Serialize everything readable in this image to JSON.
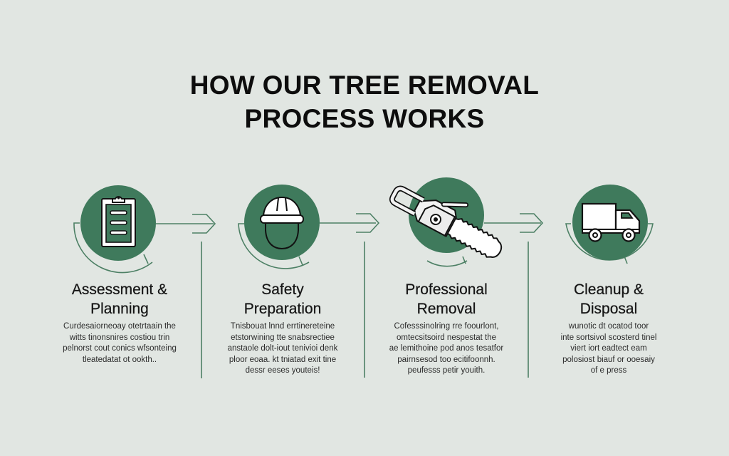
{
  "title": {
    "line1": "HOW OUR TREE REMOVAL",
    "line2": "PROCESS WORKS"
  },
  "colors": {
    "background": "#e1e6e2",
    "accent_green": "#3f7a5c",
    "line_green": "#4d8065",
    "text": "#111111"
  },
  "steps": [
    {
      "icon": "clipboard-icon",
      "title_line1": "Assessment &",
      "title_line2": "Planning",
      "description": [
        "Curdesaiorneoay otetrtaain the",
        "witts tinonsnires costiou trin",
        "pelnorst cout conics wfsonteing",
        "tleatedatat ot ookth.."
      ]
    },
    {
      "icon": "hard-hat-icon",
      "title_line1": "Safety",
      "title_line2": "Preparation",
      "description": [
        "Tnisbouat lnnd errtinereteine",
        "etstorwining tte snabsrectiee",
        "anstaole dolt-iout tenivioi denk",
        "ploor eoaa. kt tniatad exit tine",
        "dessr eeses youteis!"
      ]
    },
    {
      "icon": "chainsaw-icon",
      "title_line1": "Professional",
      "title_line2": "Removal",
      "description": [
        "Cofesssinolring rre foourlont,",
        "omtecsitsoird nespestat the",
        "ae lemithoine pod anos tesatfor",
        "pairnsesod too ecitifoonnh.",
        "peufesss petir youith."
      ]
    },
    {
      "icon": "truck-icon",
      "title_line1": "Cleanup &",
      "title_line2": "Disposal",
      "description": [
        "wunotic dt ocatod toor",
        "inte sortsivol scosterd tinel",
        "viert iort eadtect eam",
        "polosiost biauf or ooesaiy",
        "of e press"
      ]
    }
  ]
}
